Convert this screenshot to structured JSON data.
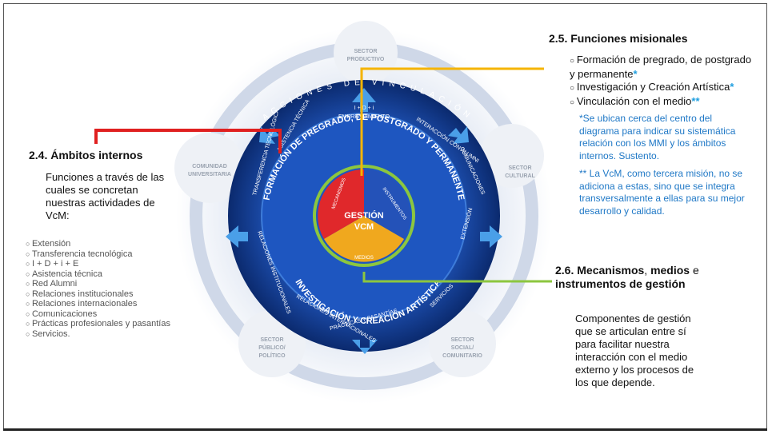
{
  "diagram": {
    "center_line1": "GESTIÓN",
    "center_line2": "VCM",
    "inner_labels": [
      "MECANISMOS",
      "INSTRUMENTOS",
      "MEDIOS"
    ],
    "ring_top": "FORMACIÓN DE PREGRADO, DE POSTGRADO Y PERMANENTE",
    "ring_bottom": "INVESTIGACIÓN Y CREACIÓN ARTÍSTICA",
    "acciones": "ACCIONES DE VINCULACIÓN",
    "ambitos": {
      "idi_line1": "I + D + i",
      "idi_line2": "EMPRENDIMIENTO",
      "interaccion_alumni": "INTERACCIÓN CON ALUMNI",
      "comunicaciones": "COMUNICACIONES",
      "extension": "EXTENSIÓN",
      "servicios": "SERVICIOS",
      "practicas": "PRÁCTICAS Y PASANTÍAS",
      "relaciones_internacionales": "RELACIONES INTERNACIONALES",
      "relaciones_institucionales": "RELACIONES INSTITUCIONALES",
      "transferencia": "TRANSFERENCIA TECNOLÓGICA",
      "asistencia": "ASISTENCIA TÉCNICA"
    },
    "sectors": {
      "productivo": [
        "SECTOR",
        "PRODUCTIVO"
      ],
      "cultural": [
        "SECTOR",
        "CULTURAL"
      ],
      "comunidad": [
        "COMUNIDAD",
        "UNIVERSITARIA"
      ],
      "publico": [
        "SECTOR",
        "PÚBLICO/",
        "POLÍTICO"
      ],
      "social": [
        "SECTOR",
        "SOCIAL/",
        "COMUNITARIO"
      ]
    }
  },
  "left_panel": {
    "title": "2.4. Ámbitos internos",
    "description": "Funciones a través de las cuales se concretan nuestras actividades de VcM:",
    "items": [
      "Extensión",
      "Transferencia tecnológica",
      "I + D + i + E",
      "Asistencia técnica",
      "Red Alumni",
      "Relaciones institucionales",
      "Relaciones internacionales",
      "Comunicaciones",
      "Prácticas profesionales y pasantías",
      "Servicios."
    ]
  },
  "top_right_panel": {
    "title": "2.5. Funciones misionales",
    "items": [
      {
        "text": "Formación de pregrado, de postgrado y permanente",
        "mark": "*"
      },
      {
        "text": "Investigación y Creación Artística",
        "mark": "*"
      },
      {
        "text": "Vinculación con el medio",
        "mark": "**"
      }
    ],
    "note1": "*Se ubican cerca del centro del diagrama para indicar su sistemática relación con los MMI y los ámbitos internos. Sustento.",
    "note2": "** La VcM, como tercera misión, no se adiciona a estas, sino que se integra transversalmente a ellas para su mejor desarrollo y calidad."
  },
  "bottom_right_panel": {
    "title_part1": "2.6. Mecanismos",
    "title_sep1": ", ",
    "title_part2": "medios",
    "title_sep2": " e",
    "title_part3": "instrumentos de gestión",
    "description": "Componentes de gestión que se articulan entre sí para facilitar nuestra interacción con el medio externo y los procesos de los que depende."
  },
  "colors": {
    "red_connector": "#e02020",
    "yellow_connector": "#f5b400",
    "green_connector": "#8cc63f",
    "note_blue": "#1f78c6",
    "ring_dark": "#0b2a6e"
  }
}
